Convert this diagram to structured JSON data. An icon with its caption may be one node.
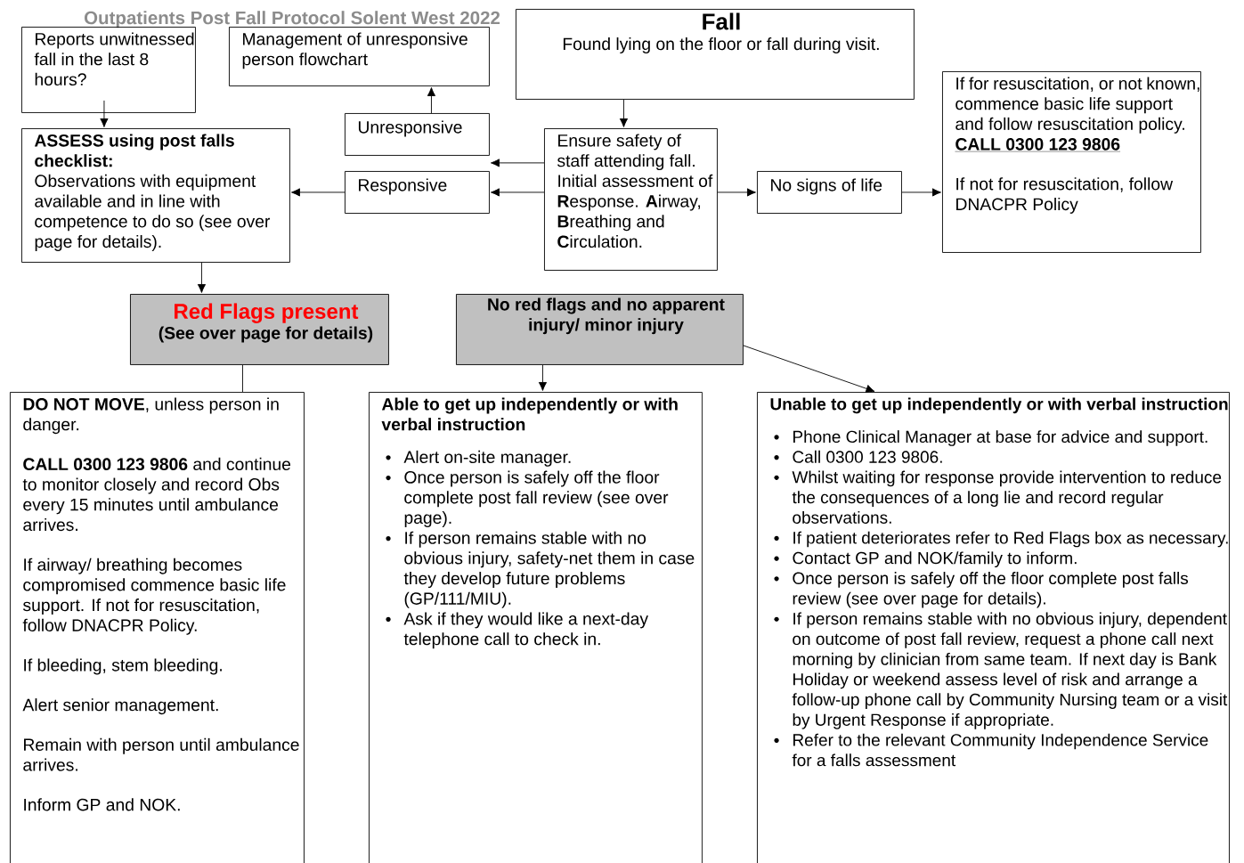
{
  "diagram": {
    "title": "Outpatients Post Fall Protocol Solent West 2022",
    "nodes": [
      {
        "text": [
          "Reports unwitnessed fall in the last 8 hours?"
        ]
      },
      {
        "text": [
          "Management of unresponsive person flowchart"
        ]
      },
      {
        "text": [
          "Fall",
          "Found lying on the floor or fall during visit."
        ]
      },
      {
        "text": [
          "Unresponsive"
        ]
      },
      {
        "text": [
          "ASSESS using post falls checklist:",
          "Observations with equipment available and in line with competence to do so (see over page for details)."
        ]
      },
      {
        "text": [
          "Responsive"
        ]
      },
      {
        "text": [
          "Ensure safety of staff attending fall. Initial assessment of **R**esponse. **A**irway, **B**reathing and **C**irculation."
        ]
      },
      {
        "text": [
          "No signs of life"
        ]
      },
      {
        "text": [
          "If for resuscitation, or not known, commence basic life support and follow resuscitation policy.",
          "CALL 0300 123 9806",
          "If not for resuscitation, follow DNACPR Policy"
        ]
      },
      {
        "text": [
          "Red Flags present",
          "(See over page for details)"
        ]
      },
      {
        "text": [
          "No red flags and no apparent injury/ minor injury"
        ]
      },
      {
        "text": [
          "**DO NOT MOVE**, unless person in danger.",
          "**CALL 0300 123 9806** and continue to monitor closely and record Obs every 15 minutes until ambulance arrives.",
          "If airway/ breathing becomes compromised commence basic life support. If not for resuscitation, follow DNACPR Policy.",
          "If bleeding, stem bleeding.",
          "Alert senior management.",
          "Remain with person until ambulance arrives.",
          "Inform GP and NOK."
        ]
      },
      {
        "text": [
          "Able to get up independently or with verbal instruction",
          "Alert on-site manager.",
          "Once person is safely off the floor complete post fall review (see over page).",
          "If person remains stable with no obvious injury, safety-net them in case they develop future problems (GP/111/MIU).",
          "Ask if they would like a next-day telephone call to check in."
        ]
      },
      {
        "text": [
          "Unable to get up independently or with verbal instruction",
          "Phone Clinical Manager at base for advice and support.",
          "Call 0300 123 9806.",
          "Whilst waiting for response provide intervention to reduce the consequences of a long lie and record regular observations.",
          "If patient deteriorates refer to Red Flags box as necessary.",
          "Contact GP and NOK/family to inform.",
          "Once person is safely off the floor complete post falls review (see over page for details).",
          "If person remains stable with no obvious injury, dependent on outcome of post fall review, request a phone call next morning by clinician from same team. If next day is Bank Holiday or weekend assess level of risk and arrange a follow-up phone call by Community Nursing team or a visit by Urgent Response if appropriate.",
          "Refer to the relevant Community Independence Service for a falls assessment"
        ]
      }
    ],
    "edges": [
      {
        "from": 0,
        "to": 4,
        "arrow": "to"
      },
      {
        "from": 2,
        "to": 6,
        "arrow": "to"
      },
      {
        "from": 6,
        "to": 3,
        "arrow": "to"
      },
      {
        "from": 6,
        "to": 5,
        "arrow": "to"
      },
      {
        "from": 5,
        "to": 4,
        "arrow": "to"
      },
      {
        "from": 3,
        "to": 1,
        "arrow": "to"
      },
      {
        "from": 6,
        "to": 7,
        "arrow": "to"
      },
      {
        "from": 7,
        "to": 8,
        "arrow": "to"
      },
      {
        "from": 4,
        "to": 9,
        "arrow": "to"
      },
      {
        "from": 9,
        "to": 11,
        "arrow": "none"
      },
      {
        "from": 10,
        "to": 12,
        "arrow": "to"
      },
      {
        "from": 10,
        "to": 13,
        "arrow": "to"
      }
    ]
  }
}
